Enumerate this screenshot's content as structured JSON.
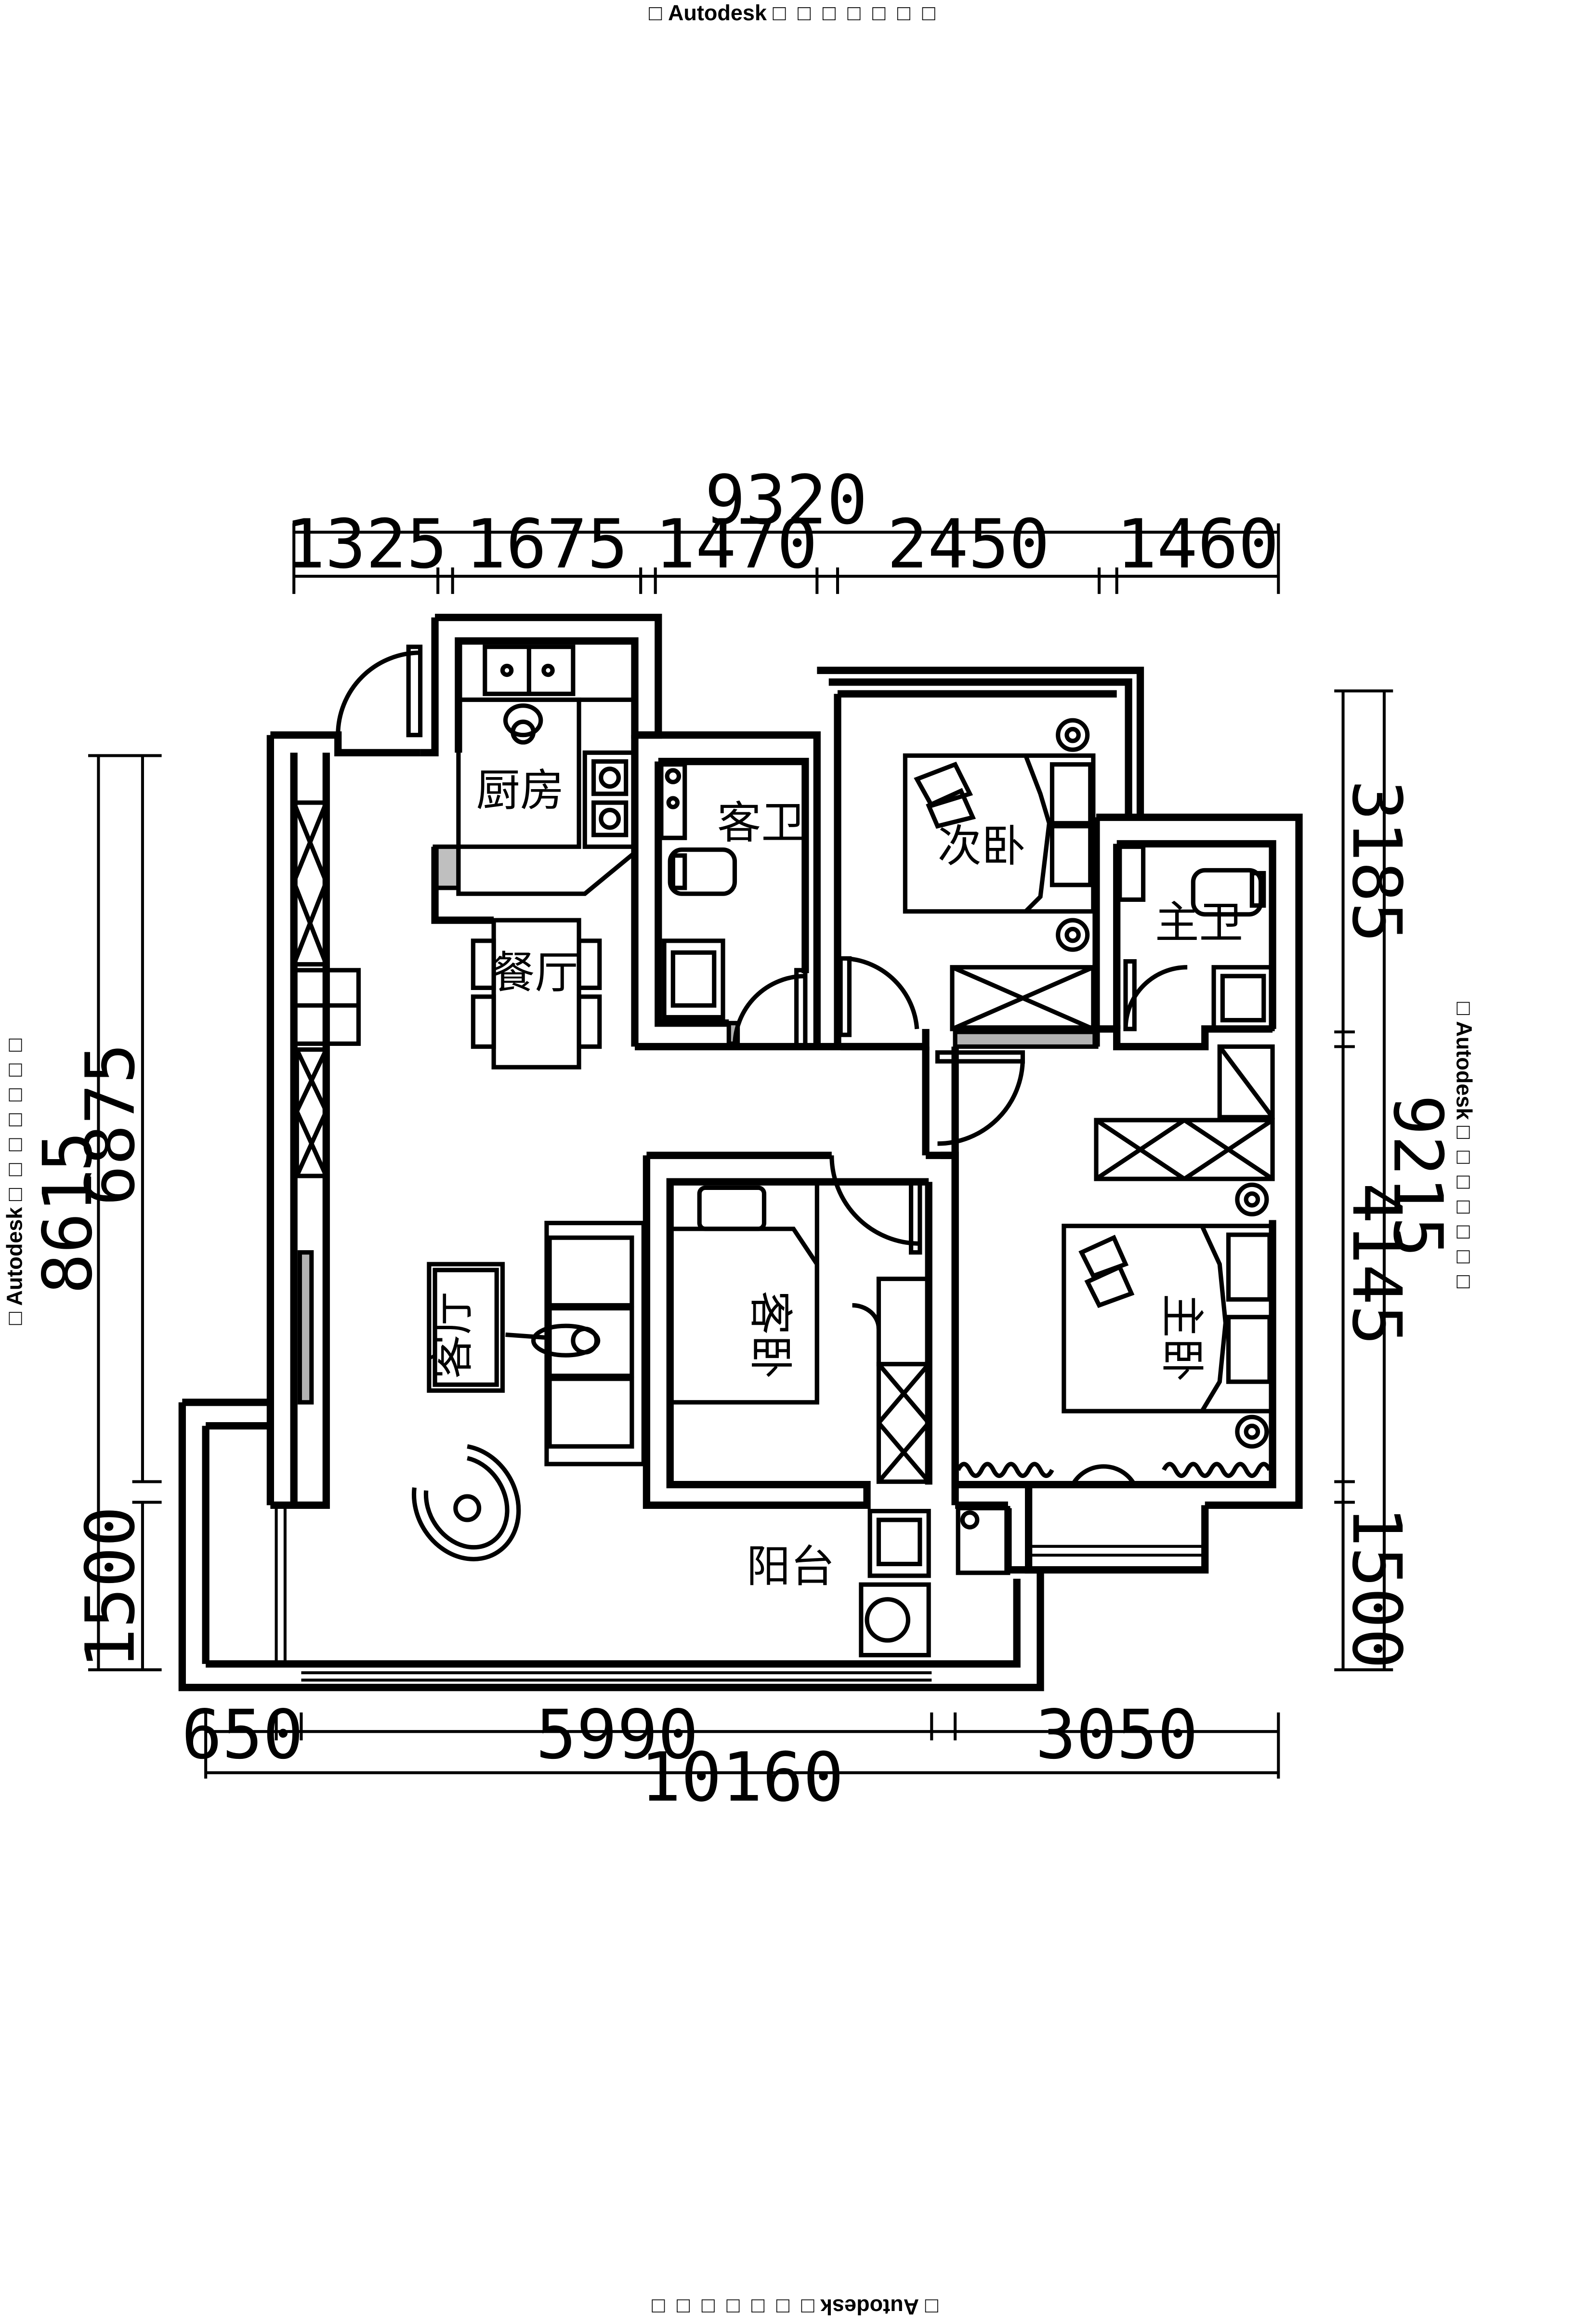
{
  "watermark": {
    "brand": "Autodesk",
    "box_glyph": "□",
    "prefix": "□",
    "suffix": "□ □ □ □ □ □ □"
  },
  "dimensions": {
    "top_total": "9320",
    "top_segments": [
      "1325",
      "1675",
      "1470",
      "2450",
      "1460"
    ],
    "bottom_total": "10160",
    "bottom_segments": [
      "650",
      "5990",
      "3050"
    ],
    "left_outer": "8615",
    "left_inner": "6875",
    "left_bottom": "1500",
    "right_top": "3185",
    "right_mid": "4145",
    "right_outer": "9215",
    "right_bottom": "1500"
  },
  "rooms": {
    "kitchen": "厨房",
    "guest_bath": "客卫",
    "second_bedroom": "次卧",
    "master_bath": "主卫",
    "dining": "餐厅",
    "living": "客厅",
    "guest_bedroom": "客卧",
    "master_bedroom": "主卧",
    "balcony": "阳台"
  },
  "colors": {
    "line": "#000000",
    "background": "#ffffff"
  }
}
